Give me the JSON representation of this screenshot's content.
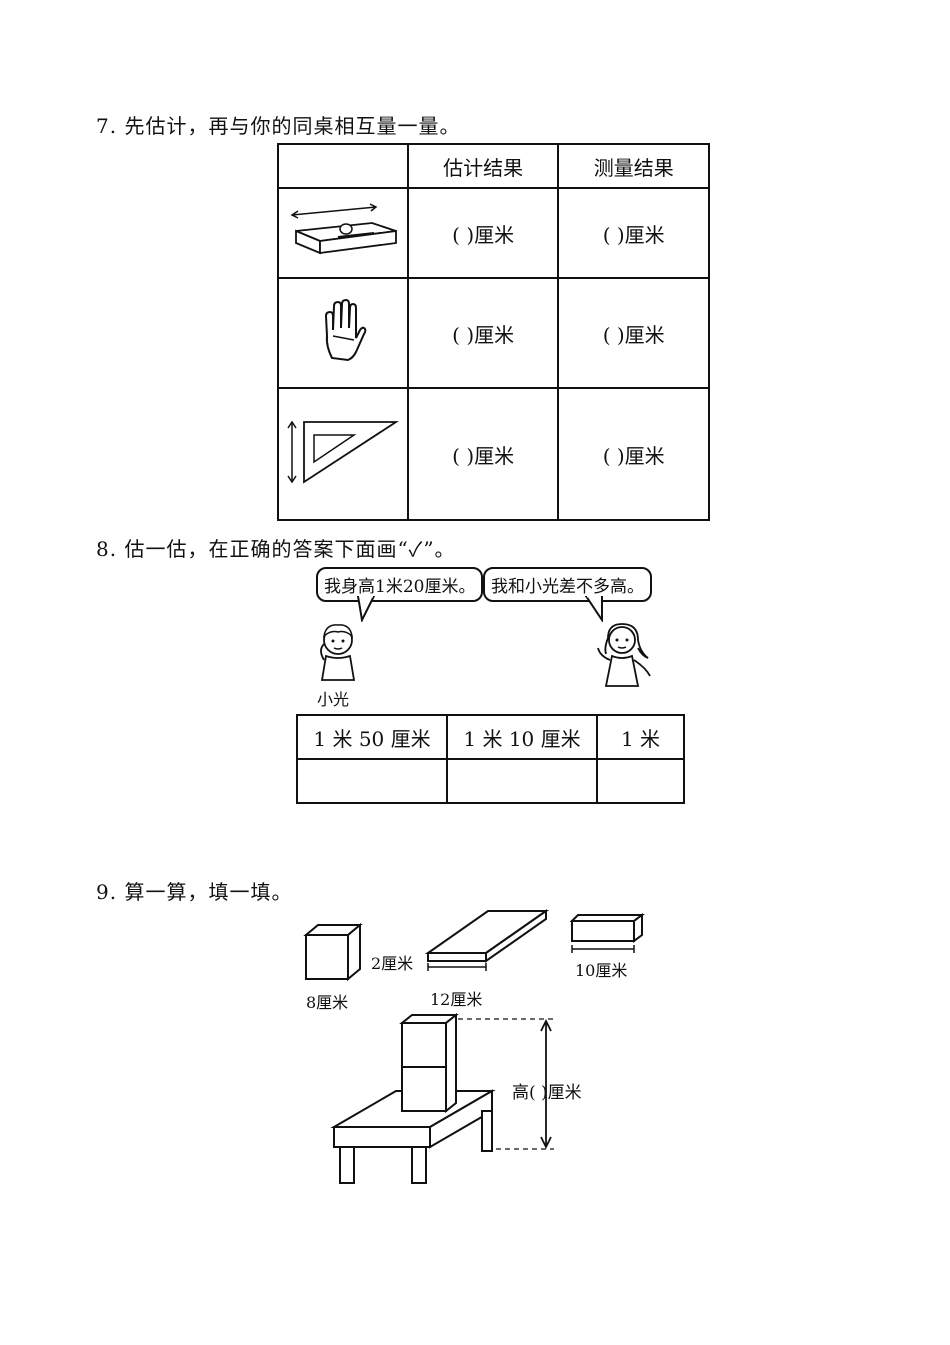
{
  "q7": {
    "title": "7. 先估计，再与你的同桌相互量一量。",
    "headers": [
      "估计结果",
      "测量结果"
    ],
    "rows": [
      {
        "icon": "pencil-case-icon",
        "estimate": "(       )厘米",
        "measure": "(       )厘米"
      },
      {
        "icon": "hand-icon",
        "estimate": "(       )厘米",
        "measure": "(       )厘米"
      },
      {
        "icon": "triangle-ruler-icon",
        "estimate": "(       )厘米",
        "measure": "(       )厘米"
      }
    ]
  },
  "q8": {
    "title": "8. 估一估，在正确的答案下面画“✓”。",
    "bubble_boy": "我身高1米20厘米。",
    "bubble_girl": "我和小光差不多高。",
    "boy_name": "小光",
    "options": [
      "1 米 50 厘米",
      "1 米 10 厘米",
      "1 米"
    ]
  },
  "q9": {
    "title": "9. 算一算，填一填。",
    "cube_label": "8厘米",
    "slab_height_label": "2厘米",
    "slab_length_label": "12厘米",
    "block_label": "10厘米",
    "height_answer": "高(      )厘米"
  }
}
